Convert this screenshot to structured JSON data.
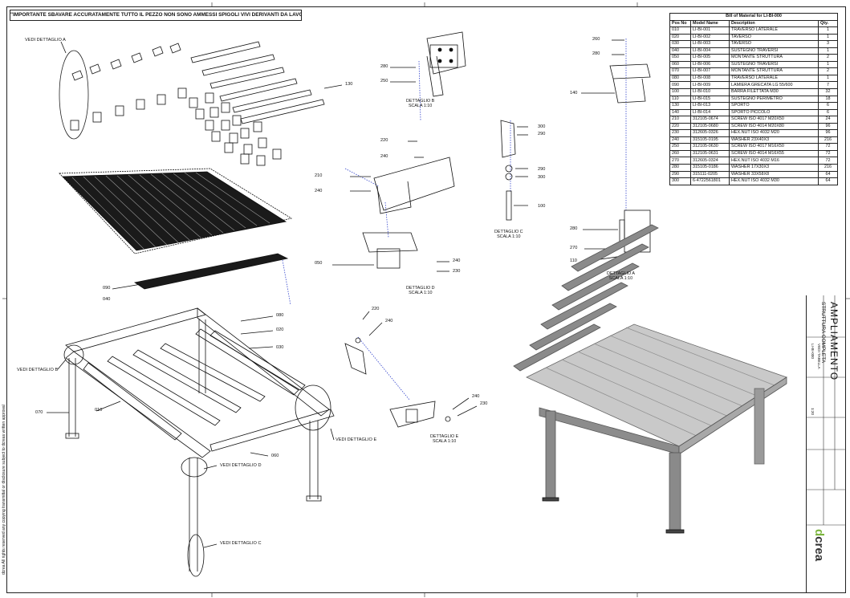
{
  "sheet": {
    "note": "\"IMPORTANTE SBAVARE ACCURATAMENTE TUTTO IL PEZZO NON SONO AMMESSI SPIGOLI VIVI DERIVANTI DA LAVORAZIONI E TAGLIO\"",
    "copyright": "dcrea All rights reserved any copying transmittal or disclosure subject to dcreas written approval"
  },
  "callouts": {
    "vedi_a_top": "VEDI DETTAGLIO A",
    "c130": "130",
    "c090": "090",
    "c040": "040",
    "c080": "080",
    "c020": "020",
    "c030": "030",
    "vedi_b": "VEDI DETTAGLIO B",
    "c070": "070",
    "c010": "010",
    "vedi_e": "VEDI DETTAGLIO E",
    "c060": "060",
    "vedi_d": "VEDI DETTAGLIO D",
    "vedi_c": "VEDI DETTAGLIO C",
    "b280": "280",
    "b250": "250",
    "d220": "220",
    "d240a": "240",
    "d210": "210",
    "d240b": "240",
    "d050": "050",
    "d240c": "240",
    "d230": "230",
    "c300": "300",
    "c290a": "290",
    "c290b": "290",
    "c300b": "300",
    "c100": "100",
    "a260": "260",
    "a280": "280",
    "a140": "140",
    "a280b": "280",
    "a270": "270",
    "a110": "110",
    "e220": "220",
    "e240": "240",
    "e240b": "240",
    "e230": "230"
  },
  "captions": {
    "det_b": "DETTAGLIO B",
    "det_b_scale": "SCALA 1:10",
    "det_d": "DETTAGLIO D",
    "det_d_scale": "SCALA 1:10",
    "det_c": "DETTAGLIO C",
    "det_c_scale": "SCALA 1:10",
    "det_a": "DETTAGLIO A",
    "det_a_scale": "SCALA 1:10",
    "det_e": "DETTAGLIO E",
    "det_e_scale": "SCALA 1:10"
  },
  "bom": {
    "title": "Bill of Material for LI-BI-000",
    "headers": [
      "Pos No",
      "Model Name",
      "Description",
      "Qty."
    ],
    "rows": [
      [
        "010",
        "LI-BI-001",
        "TRAVERSO LATERALE",
        "1"
      ],
      [
        "020",
        "LI-BI-002",
        "TAVERSO",
        "1"
      ],
      [
        "030",
        "LI-BI-003",
        "TAVERSO",
        "3"
      ],
      [
        "040",
        "LI-BI-004",
        "SUSTEGNO TRAVERSI",
        "1"
      ],
      [
        "050",
        "LI-BI-005",
        "MONTANTE STRUTTURA",
        "2"
      ],
      [
        "060",
        "LI-BI-006",
        "SUSTEGNO TRAVERSI",
        "1"
      ],
      [
        "070",
        "LI-BI-007",
        "MONTANTE STRUTTURA",
        "2"
      ],
      [
        "080",
        "LI-BI-008",
        "TRAVERSO LATERALE",
        "1"
      ],
      [
        "090",
        "LI-BI-009",
        "LAMIERA GRECATA LG 55/600",
        "7"
      ],
      [
        "100",
        "LI-BI-010",
        "BARRA FILETTATA M30",
        "32"
      ],
      [
        "110",
        "LI-BI-015",
        "SUSTEGNO PERIMETRO",
        "18"
      ],
      [
        "130",
        "LI-BI-013",
        "SPORTO",
        "6"
      ],
      [
        "140",
        "LI-BI-014",
        "SPORTO PICCOLO",
        "6"
      ],
      [
        "210",
        "312105-0674",
        "SCREW ISO 4017 M20X50",
        "24"
      ],
      [
        "220",
        "312105-0680",
        "SCREW ISO 4014 M20X80",
        "96"
      ],
      [
        "230",
        "312605-0326",
        "HEX.NUT ISO 4032 M20",
        "96"
      ],
      [
        "240",
        "315105-0195",
        "WASHER 23X40X3",
        "216"
      ],
      [
        "250",
        "312105-0630",
        "SCREW ISO 4017 M16X50",
        "72"
      ],
      [
        "260",
        "312105-0631",
        "SCREW ISO 4014 M16X55",
        "72"
      ],
      [
        "270",
        "312605-0324",
        "HEX.NUT ISO 4032 M16",
        "72"
      ],
      [
        "280",
        "315105-0186",
        "WASHER 17X30X3",
        "216"
      ],
      [
        "290",
        "315111-0205",
        "WASHER 33X58X8",
        "64"
      ],
      [
        "300",
        "6-4722561801",
        "HEX.NUT ISO 4032 M30",
        "64"
      ]
    ]
  },
  "title_block": {
    "project": "AMPLIAMENTO",
    "subtitle": "STRUTTURA COMPLETA",
    "drawing_no": "LI-BI-000",
    "sheet_label": "VEDI TABELLA",
    "scale": "1:20",
    "brand": "crea"
  }
}
